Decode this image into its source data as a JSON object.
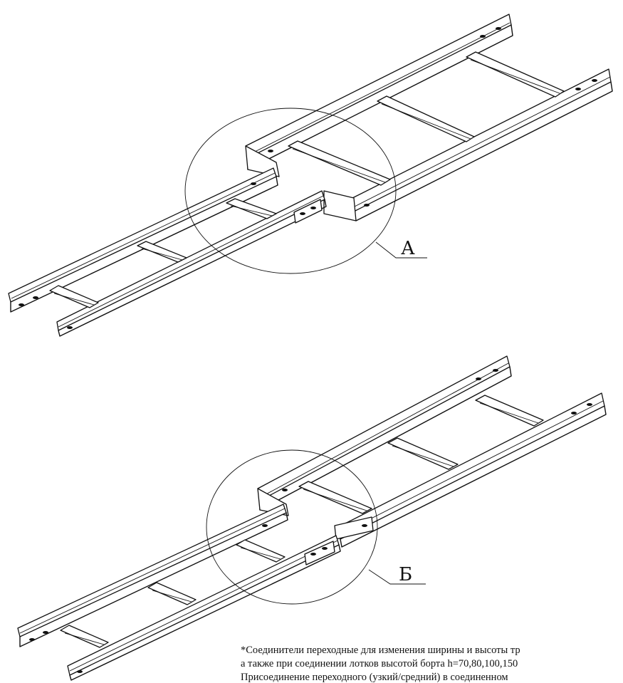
{
  "callouts": [
    {
      "id": "A",
      "label": "А"
    },
    {
      "id": "B",
      "label": "Б"
    }
  ],
  "note": {
    "line1": "*Соединители переходные для изменения ширины и высоты тр",
    "line2": " а также при соединении лотков высотой борта h=70,80,100,150",
    "line3": "Присоединение переходного (узкий/средний) в соединенном"
  }
}
